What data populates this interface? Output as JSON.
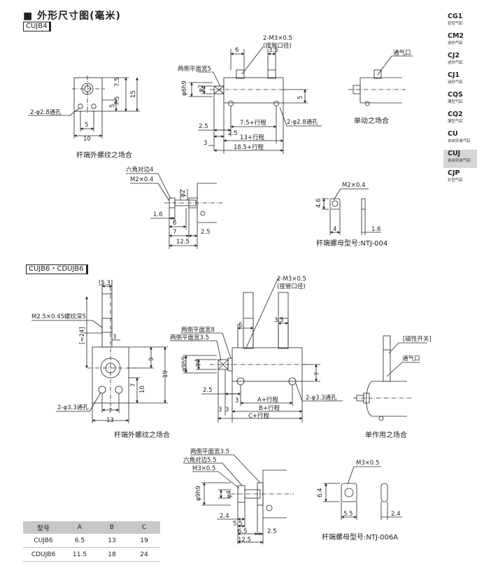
{
  "page": {
    "title": "■ 外形尺寸图(毫米)"
  },
  "sidebar": {
    "items": [
      {
        "code": "CG1",
        "desc": "轻型气缸",
        "active": false
      },
      {
        "code": "CM2",
        "desc": "迷你气缸",
        "active": false
      },
      {
        "code": "CJ2",
        "desc": "迷你气缸",
        "active": false
      },
      {
        "code": "CJ1",
        "desc": "迷你气缸",
        "active": false
      },
      {
        "code": "CQS",
        "desc": "薄型气缸",
        "active": false
      },
      {
        "code": "CQ2",
        "desc": "薄型气缸",
        "active": false
      },
      {
        "code": "CU",
        "desc": "自由安装气缸",
        "active": false
      },
      {
        "code": "CUJ",
        "desc": "自由安装气缸",
        "active": true
      },
      {
        "code": "CJP",
        "desc": "针型气缸",
        "active": false
      }
    ]
  },
  "section1": {
    "model": "CUJB4",
    "caption_rod": "杆端外螺纹之场合",
    "caption_single": "单动之场合",
    "caption_nut": "杆端螺母型号:NTJ-004",
    "labels": {
      "port": "2-M3×0.5",
      "port_sub": "(接管口径)",
      "flats": "两侧平面宽5",
      "air": "通气口",
      "holes": "2-φ2.8通孔",
      "holes2": "2-φ2.8通孔",
      "phi6": "φ6h9",
      "phi2": "φ2",
      "d6": "6",
      "d35": "3.5",
      "d75a": "7.5",
      "d75b": "7.5",
      "d15": "15",
      "d5a": "5",
      "d5b": "5",
      "d10": "10",
      "d5c": "5",
      "d25a": "2.5",
      "d25b": "2.5",
      "stroke75": "7.5+行程",
      "stroke13": "13+行程",
      "stroke185": "18.5+行程",
      "d3": "3",
      "hex": "六角对边4",
      "m2": "M2×0.4",
      "phi2b": "φ2",
      "d16": "1.6",
      "d6b": "6",
      "d7": "7",
      "d25c": "2.5",
      "d125": "12.5",
      "nut_m2": "M2×0.4",
      "d46": "4.6",
      "d4": "4",
      "d16b": "1.6"
    }
  },
  "section2": {
    "model": "CUJB6・CDUJB6",
    "caption_rod": "杆端外螺纹之场合",
    "caption_single": "单作用之场合",
    "caption_nut": "杆端螺母型号:NTJ-006A",
    "labels": {
      "d53": "[5.3]",
      "m25": "M2.5×0.45螺纹深5",
      "d24": "[≈24]",
      "d3": "3",
      "d9": "9",
      "d19": "19",
      "d10": "10",
      "d7a": "7",
      "holes": "2-φ3.3通孔",
      "d7b": "7",
      "d13": "13",
      "port": "2-M3×0.5",
      "port_sub": "(接管口径)",
      "flats8": "两侧平面宽8",
      "flats35": "两侧平面宽3.5",
      "d6": "6",
      "d35": "3.5",
      "phi9": "φ9h9",
      "phi4": "φ4",
      "d7c": "7",
      "d25": "2.5",
      "d3a": "3",
      "d3b": "3",
      "d3c": "3",
      "a_stroke": "A+行程",
      "b_stroke": "B+行程",
      "c_stroke": "C+行程",
      "holes2": "2-φ3.3通孔",
      "magnet": "[磁性开关]",
      "air": "通气口",
      "flats35b": "两侧平面宽3.5",
      "hex55": "六角对边5.5",
      "m3": "M3×0.5",
      "phi9b": "φ9h9",
      "phi4b": "φ4",
      "d24b": "2.4",
      "d55": "5.5",
      "d65": "6.5",
      "d25b": "2.5",
      "d125": "12.5",
      "nut_m3": "M3×0.5",
      "d64": "6.4",
      "d55b": "5.5",
      "d24c": "2.4"
    }
  },
  "table": {
    "headers": [
      "型号",
      "A",
      "B",
      "C"
    ],
    "rows": [
      [
        "CUJB6",
        "6.5",
        "13",
        "19"
      ],
      [
        "CDUJB6",
        "11.5",
        "18",
        "24"
      ]
    ]
  }
}
